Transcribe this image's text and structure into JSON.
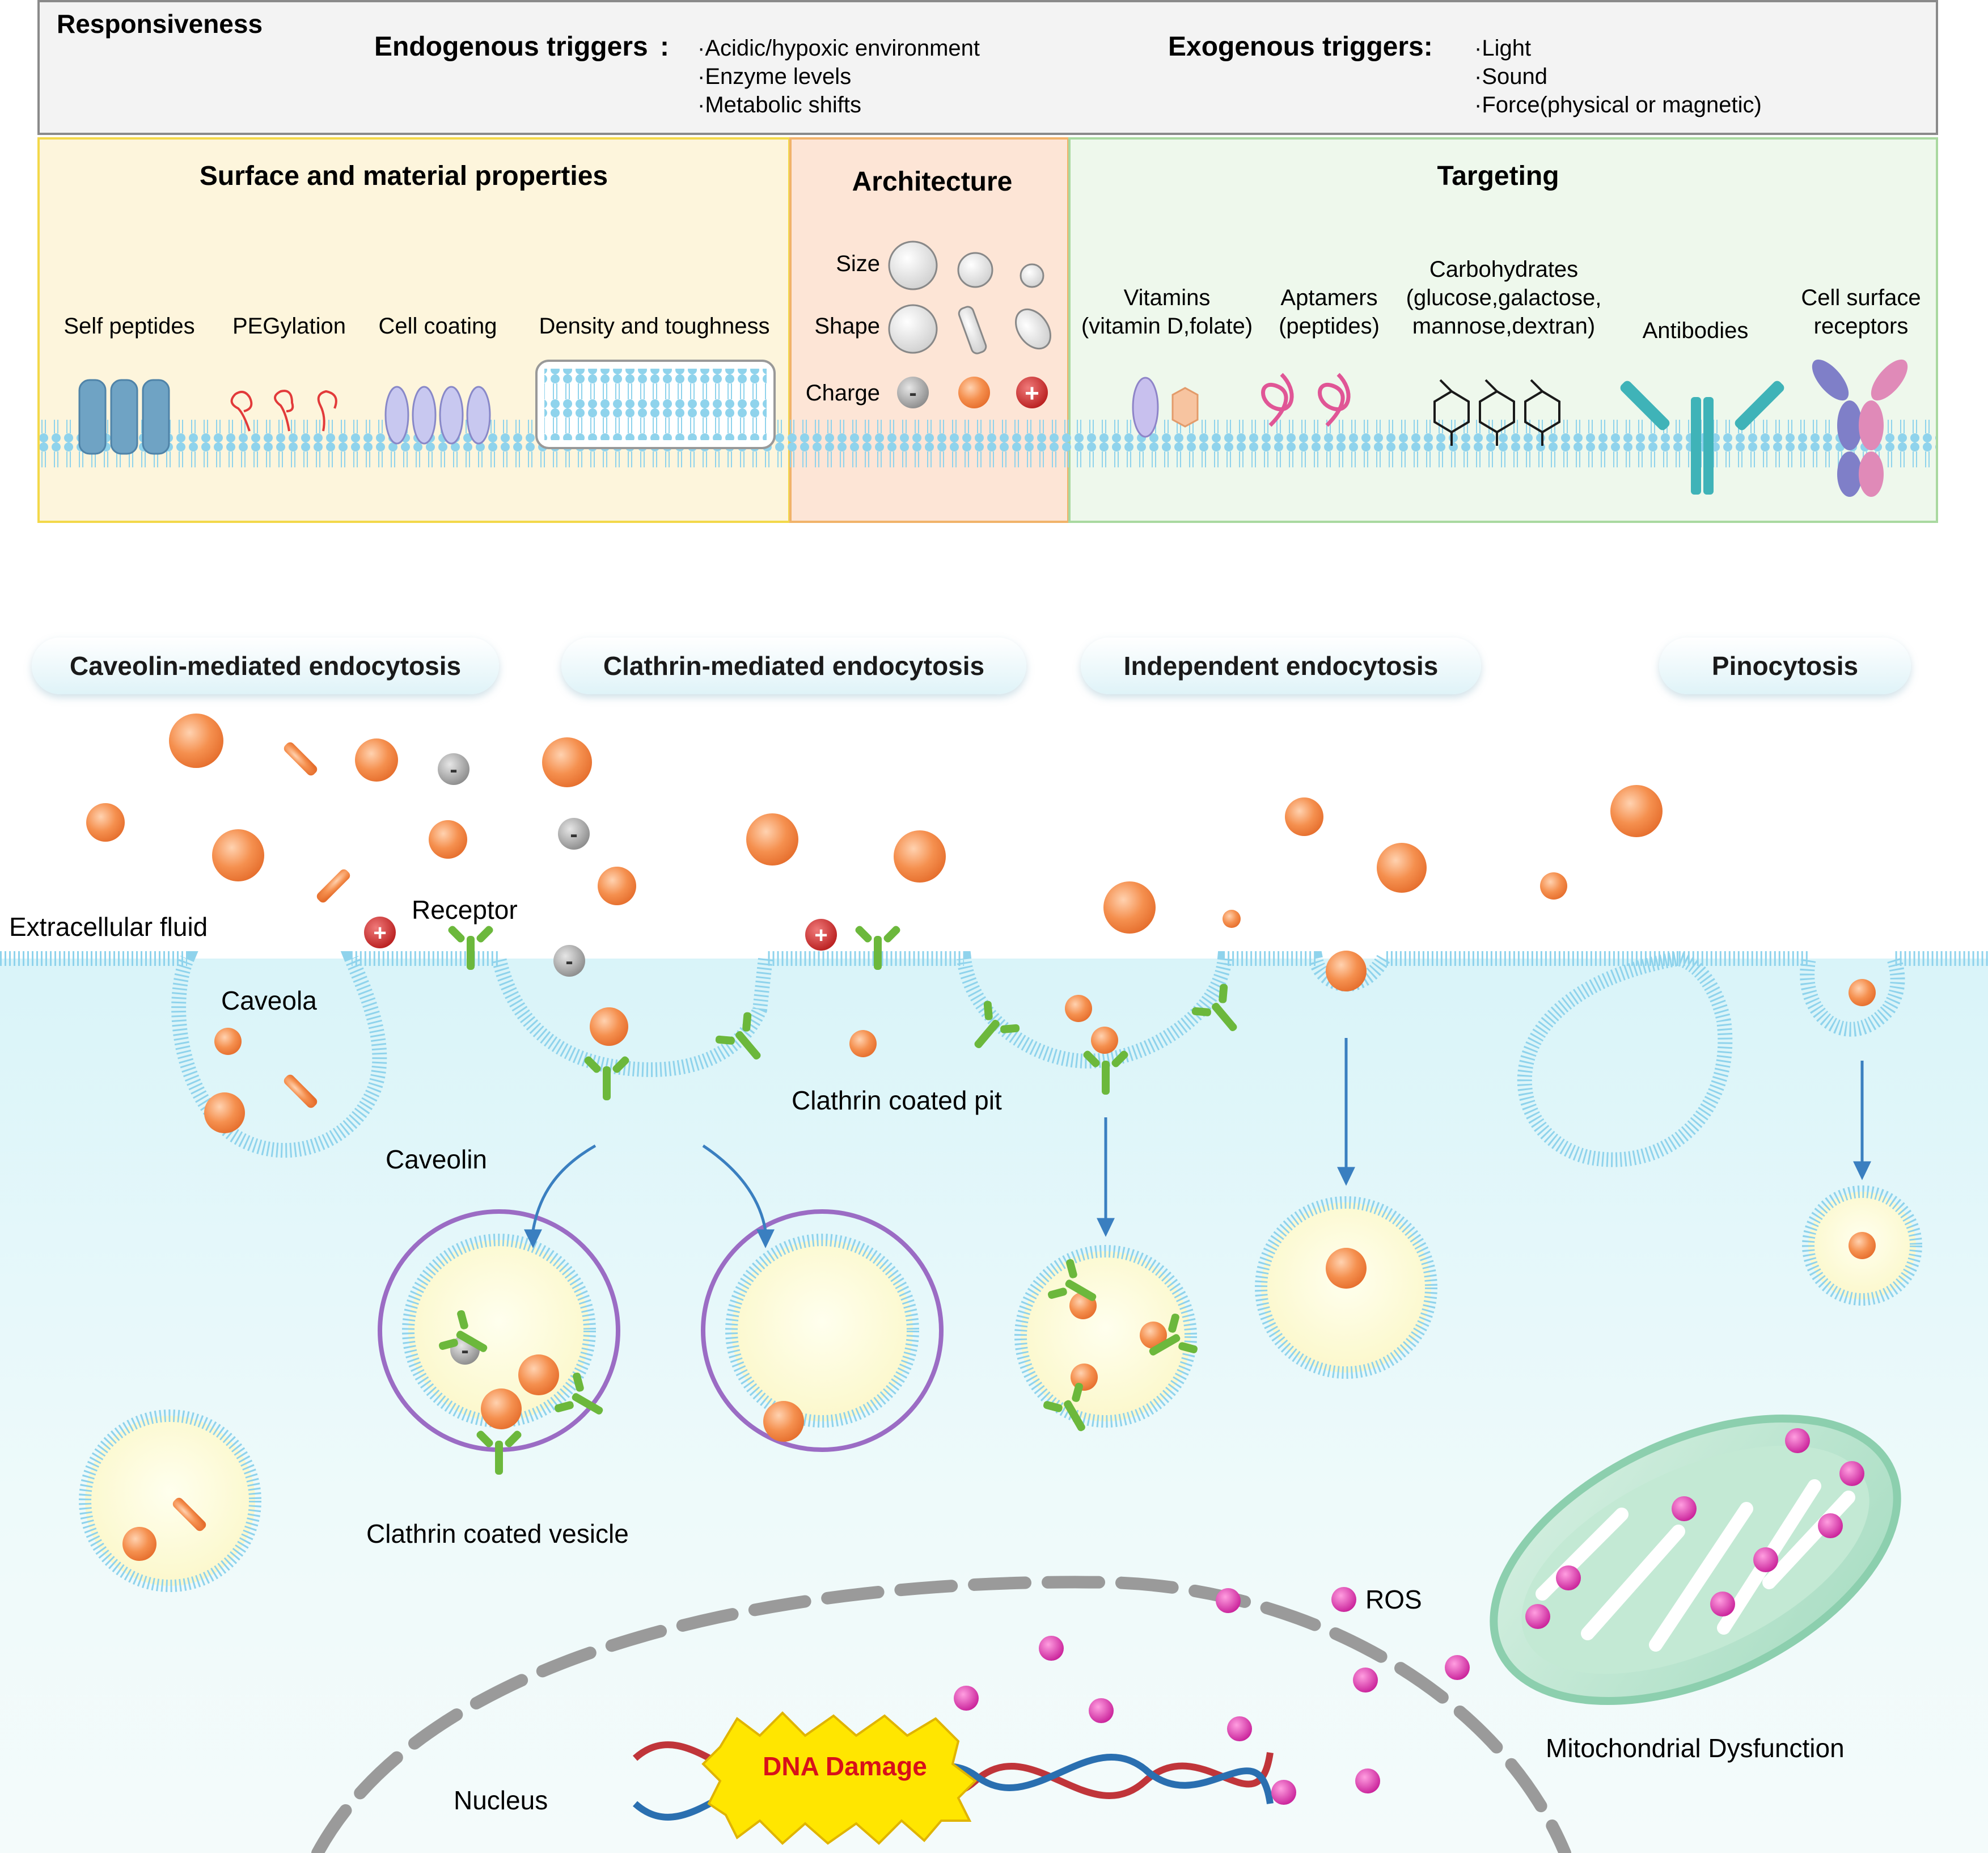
{
  "responsiveness": {
    "title": "Responsiveness",
    "endogenous_label": "Endogenous triggers",
    "endogenous_colon": ":",
    "endogenous_items": [
      "·Acidic/hypoxic environment",
      "·Enzyme levels",
      "·Metabolic shifts"
    ],
    "exogenous_label": "Exogenous triggers:",
    "exogenous_items": [
      "·Light",
      "·Sound",
      "·Force(physical or magnetic)"
    ]
  },
  "surface": {
    "title": "Surface and material properties",
    "items": [
      "Self peptides",
      "PEGylation",
      "Cell coating",
      "Density and toughness"
    ]
  },
  "architecture": {
    "title": "Architecture",
    "rows": [
      "Size",
      "Shape",
      "Charge"
    ]
  },
  "targeting": {
    "title": "Targeting",
    "items": [
      {
        "line1": "Vitamins",
        "line2": "(vitamin D,folate)"
      },
      {
        "line1": "Aptamers",
        "line2": "(peptides)"
      },
      {
        "line1": "Carbohydrates",
        "line2": "(glucose,galactose,",
        "line3": "mannose,dextran)"
      },
      {
        "line1": "Antibodies"
      },
      {
        "line1": "Cell surface",
        "line2": "receptors"
      }
    ]
  },
  "pathways": [
    "Caveolin-mediated endocytosis",
    "Clathrin-mediated endocytosis",
    "Independent endocytosis",
    "Pinocytosis"
  ],
  "labels": {
    "extracellular_fluid": "Extracellular fluid",
    "receptor": "Receptor",
    "caveola": "Caveola",
    "caveolin": "Caveolin",
    "clathrin_coated_pit": "Clathrin coated pit",
    "clathrin_coated_vesicle": "Clathrin coated vesicle",
    "ros": "ROS",
    "nucleus": "Nucleus",
    "dna_damage": "DNA Damage",
    "mitochondrial_dysfunction": "Mitochondrial Dysfunction"
  },
  "symbols": {
    "minus": "-",
    "plus": "+"
  },
  "colors": {
    "membrane": "#8fd3ec",
    "nanoparticle": "#f08a4b",
    "clathrin": "#9b6cc4",
    "receptor": "#6cb83c",
    "caveolin": "#5b7fc4",
    "ros": "#e040b0",
    "dna_damage_fill": "#ffe600",
    "dna_damage_text": "#d8101a",
    "surface_panel": "#fdf5dc",
    "architecture_panel": "#fde5d6",
    "targeting_panel": "#eef8ec"
  }
}
